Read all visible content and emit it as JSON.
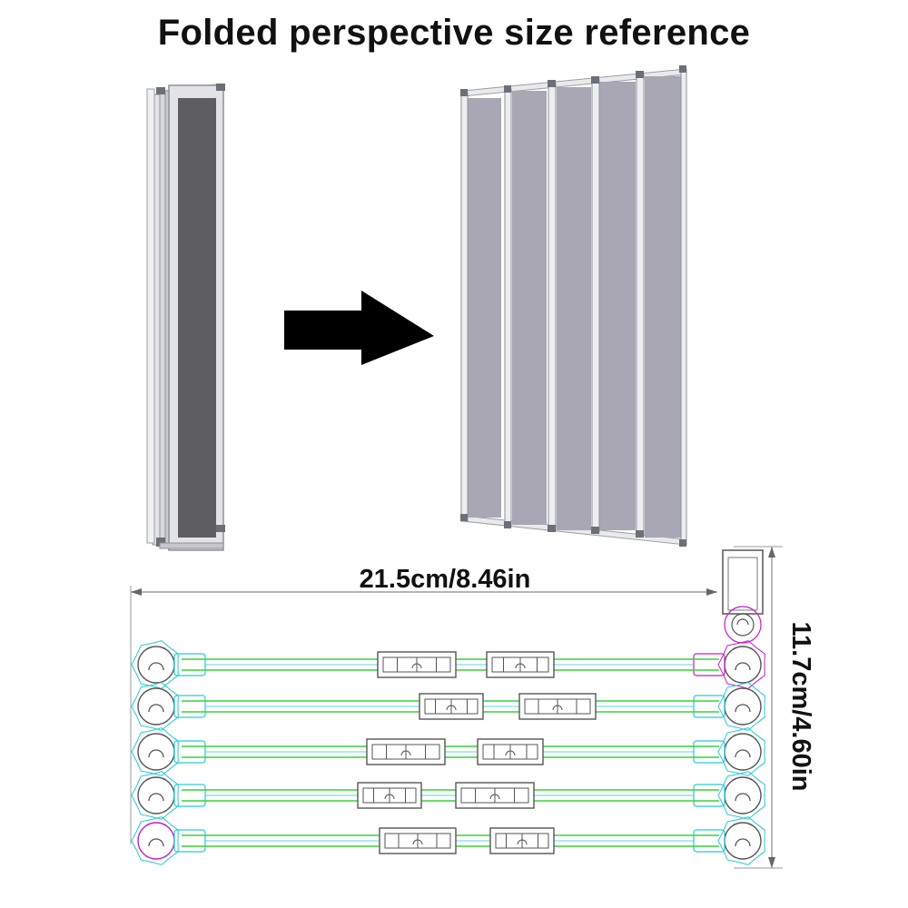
{
  "title": "Folded perspective size reference",
  "folded_panel": {
    "glass_color": "#5d5d62",
    "frame_color": "#d8dade"
  },
  "unfolded_screen": {
    "panel_count": 5,
    "glass_color": "#a8a7b3",
    "frame_color": "#d3d5d9",
    "hinge_color": "#6b6f76"
  },
  "arrow": {
    "color": "#000000",
    "icon": "arrow-right-icon"
  },
  "dimensions": {
    "width_label": "21.5cm/8.46in",
    "height_label": "11.7cm/4.60in"
  },
  "cross_section": {
    "profile_rows": 5,
    "line_colors": {
      "green": "#3ad23a",
      "cyan": "#27c9d6",
      "magenta": "#c21fc2",
      "dark": "#555555"
    }
  }
}
